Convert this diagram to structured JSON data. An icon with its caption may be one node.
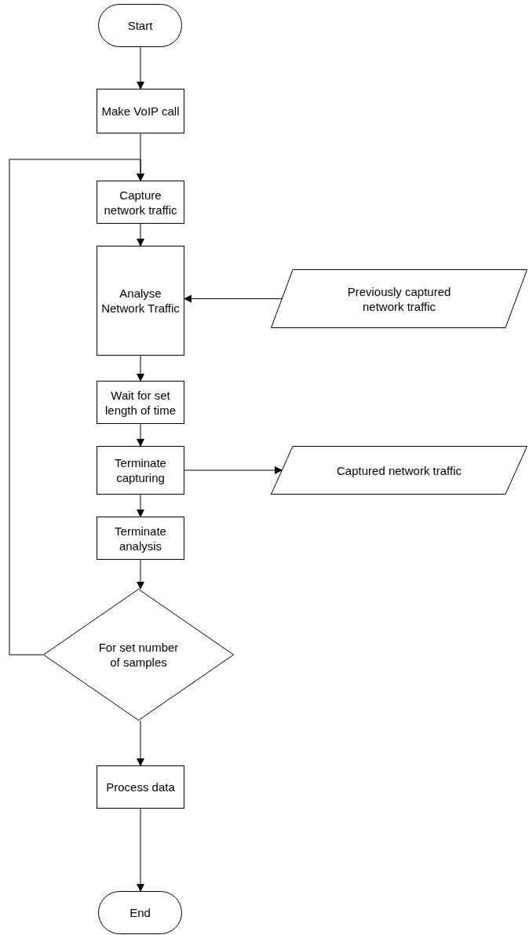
{
  "diagram": {
    "nodes": [
      {
        "text": [
          "Start"
        ]
      },
      {
        "text": [
          "Make VoIP call"
        ]
      },
      {
        "text": [
          "Capture network traffic"
        ]
      },
      {
        "text": [
          "Analyse Network Traffic"
        ]
      },
      {
        "text": [
          "Previously captured network traffic"
        ]
      },
      {
        "text": [
          "Wait for set length of time"
        ]
      },
      {
        "text": [
          "Terminate capturing"
        ]
      },
      {
        "text": [
          "Captured network traffic"
        ]
      },
      {
        "text": [
          "Terminate analysis"
        ]
      },
      {
        "text": [
          "For set number of samples"
        ]
      },
      {
        "text": [
          "Process data"
        ]
      },
      {
        "text": [
          "End"
        ]
      }
    ],
    "edges": [
      {
        "from": 0,
        "to": 1,
        "arrow": "to"
      },
      {
        "from": 1,
        "to": 2,
        "arrow": "to"
      },
      {
        "from": 2,
        "to": 3,
        "arrow": "to"
      },
      {
        "from": 4,
        "to": 3,
        "arrow": "to"
      },
      {
        "from": 3,
        "to": 5,
        "arrow": "to"
      },
      {
        "from": 5,
        "to": 6,
        "arrow": "to"
      },
      {
        "from": 6,
        "to": 7,
        "arrow": "to"
      },
      {
        "from": 6,
        "to": 8,
        "arrow": "to"
      },
      {
        "from": 8,
        "to": 9,
        "arrow": "to"
      },
      {
        "from": 9,
        "to": 2,
        "arrow": "to"
      },
      {
        "from": 9,
        "to": 10,
        "arrow": "to"
      },
      {
        "from": 10,
        "to": 11,
        "arrow": "to"
      }
    ]
  }
}
